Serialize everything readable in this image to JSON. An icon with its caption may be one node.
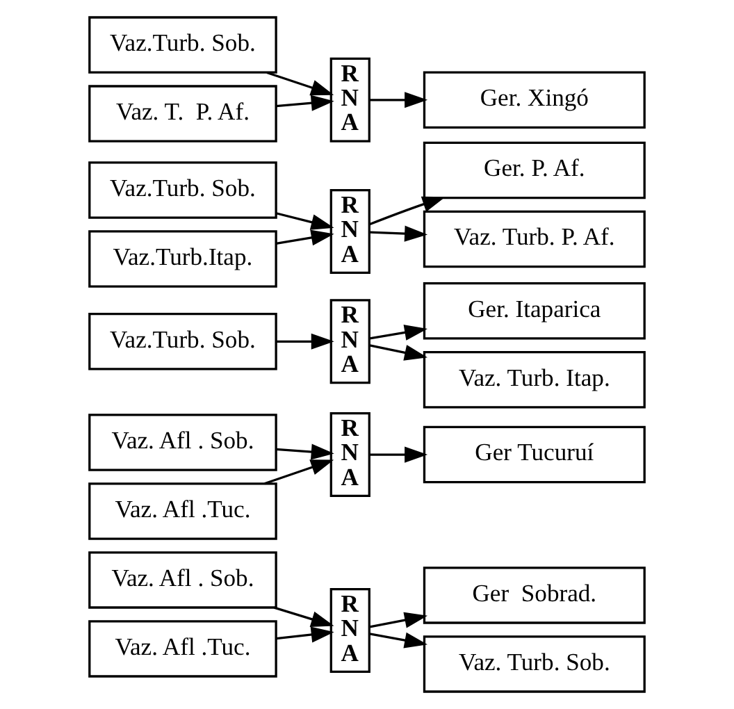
{
  "diagram": {
    "nodes": [
      {
        "text": [
          "Vaz. Afl . Sob."
        ]
      },
      {
        "text": [
          "Vaz. Afl .Tuc."
        ]
      },
      {
        "text": [
          "R N A"
        ]
      },
      {
        "text": [
          "Ger  Sobrad."
        ]
      },
      {
        "text": [
          "Vaz. Turb. Sob."
        ]
      },
      {
        "text": [
          "Vaz. Afl . Sob."
        ]
      },
      {
        "text": [
          "Vaz. Afl .Tuc."
        ]
      },
      {
        "text": [
          "R N A"
        ]
      },
      {
        "text": [
          "Ger Tucuruí"
        ]
      },
      {
        "text": [
          "Vaz.Turb. Sob."
        ]
      },
      {
        "text": [
          "R N A"
        ]
      },
      {
        "text": [
          "Ger. Itaparica"
        ]
      },
      {
        "text": [
          "Vaz. Turb. Itap."
        ]
      },
      {
        "text": [
          "Vaz.Turb. Sob."
        ]
      },
      {
        "text": [
          "Vaz.Turb.Itap."
        ]
      },
      {
        "text": [
          "R N A"
        ]
      },
      {
        "text": [
          "Ger. P. Af."
        ]
      },
      {
        "text": [
          "Vaz. Turb. P. Af."
        ]
      },
      {
        "text": [
          "Vaz.Turb. Sob."
        ]
      },
      {
        "text": [
          "Vaz. T.  P. Af."
        ]
      },
      {
        "text": [
          "R N A"
        ]
      },
      {
        "text": [
          "Ger. Xingó"
        ]
      }
    ],
    "edges": [
      {
        "from": 0,
        "to": 2,
        "arrow": "to"
      },
      {
        "from": 1,
        "to": 2,
        "arrow": "to"
      },
      {
        "from": 2,
        "to": 3,
        "arrow": "to"
      },
      {
        "from": 2,
        "to": 4,
        "arrow": "to"
      },
      {
        "from": 5,
        "to": 7,
        "arrow": "to"
      },
      {
        "from": 6,
        "to": 7,
        "arrow": "to"
      },
      {
        "from": 7,
        "to": 8,
        "arrow": "to"
      },
      {
        "from": 9,
        "to": 10,
        "arrow": "to"
      },
      {
        "from": 10,
        "to": 11,
        "arrow": "to"
      },
      {
        "from": 10,
        "to": 12,
        "arrow": "to"
      },
      {
        "from": 13,
        "to": 15,
        "arrow": "to"
      },
      {
        "from": 14,
        "to": 15,
        "arrow": "to"
      },
      {
        "from": 15,
        "to": 16,
        "arrow": "to"
      },
      {
        "from": 15,
        "to": 17,
        "arrow": "to"
      },
      {
        "from": 18,
        "to": 20,
        "arrow": "to"
      },
      {
        "from": 19,
        "to": 20,
        "arrow": "to"
      },
      {
        "from": 20,
        "to": 21,
        "arrow": "to"
      }
    ]
  }
}
